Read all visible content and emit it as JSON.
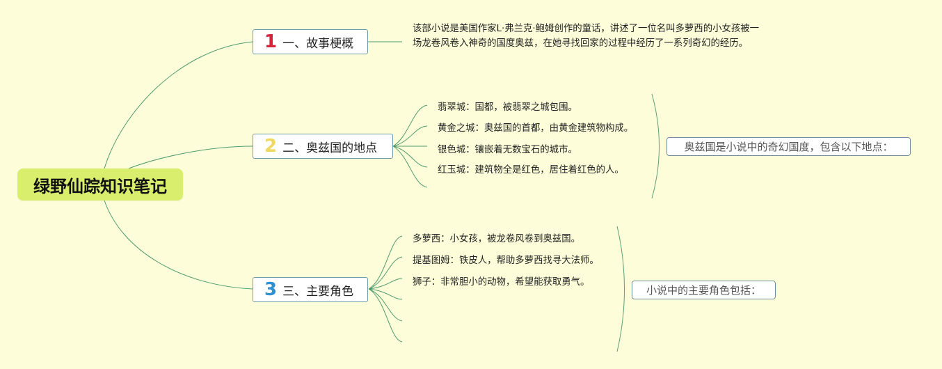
{
  "root": {
    "label": "绿野仙踪知识笔记"
  },
  "colors": {
    "num1": "#d6243a",
    "num2": "#f1d85e",
    "num3": "#2f8fd3",
    "link": "#4f9a6e",
    "root_fill": "#d9ee6d"
  },
  "branches": [
    {
      "number": "1",
      "label": "一、故事梗概",
      "description": "该部小说是美国作家L·弗兰克·鲍姆创作的童话，讲述了一位名叫多萝西的小女孩被一场龙卷风卷入神奇的国度奥兹，在她寻找回家的过程中经历了一系列奇幻的经历。"
    },
    {
      "number": "2",
      "label": "二、奥兹国的地点",
      "items": [
        "翡翠城：国都，被翡翠之城包围。",
        "黄金之城：奥兹国的首都，由黄金建筑物构成。",
        "银色城：镶嵌着无数宝石的城市。",
        "红玉城：建筑物全是红色，居住着红色的人。"
      ],
      "summary": "奥兹国是小说中的奇幻国度，包含以下地点："
    },
    {
      "number": "3",
      "label": "三、主要角色",
      "items": [
        "多萝西：小女孩，被龙卷风卷到奥兹国。",
        "提基图姆：铁皮人，帮助多萝西找寻大法师。",
        "狮子：非常胆小的动物，希望能获取勇气。"
      ],
      "summary": "小说中的主要角色包括："
    }
  ]
}
